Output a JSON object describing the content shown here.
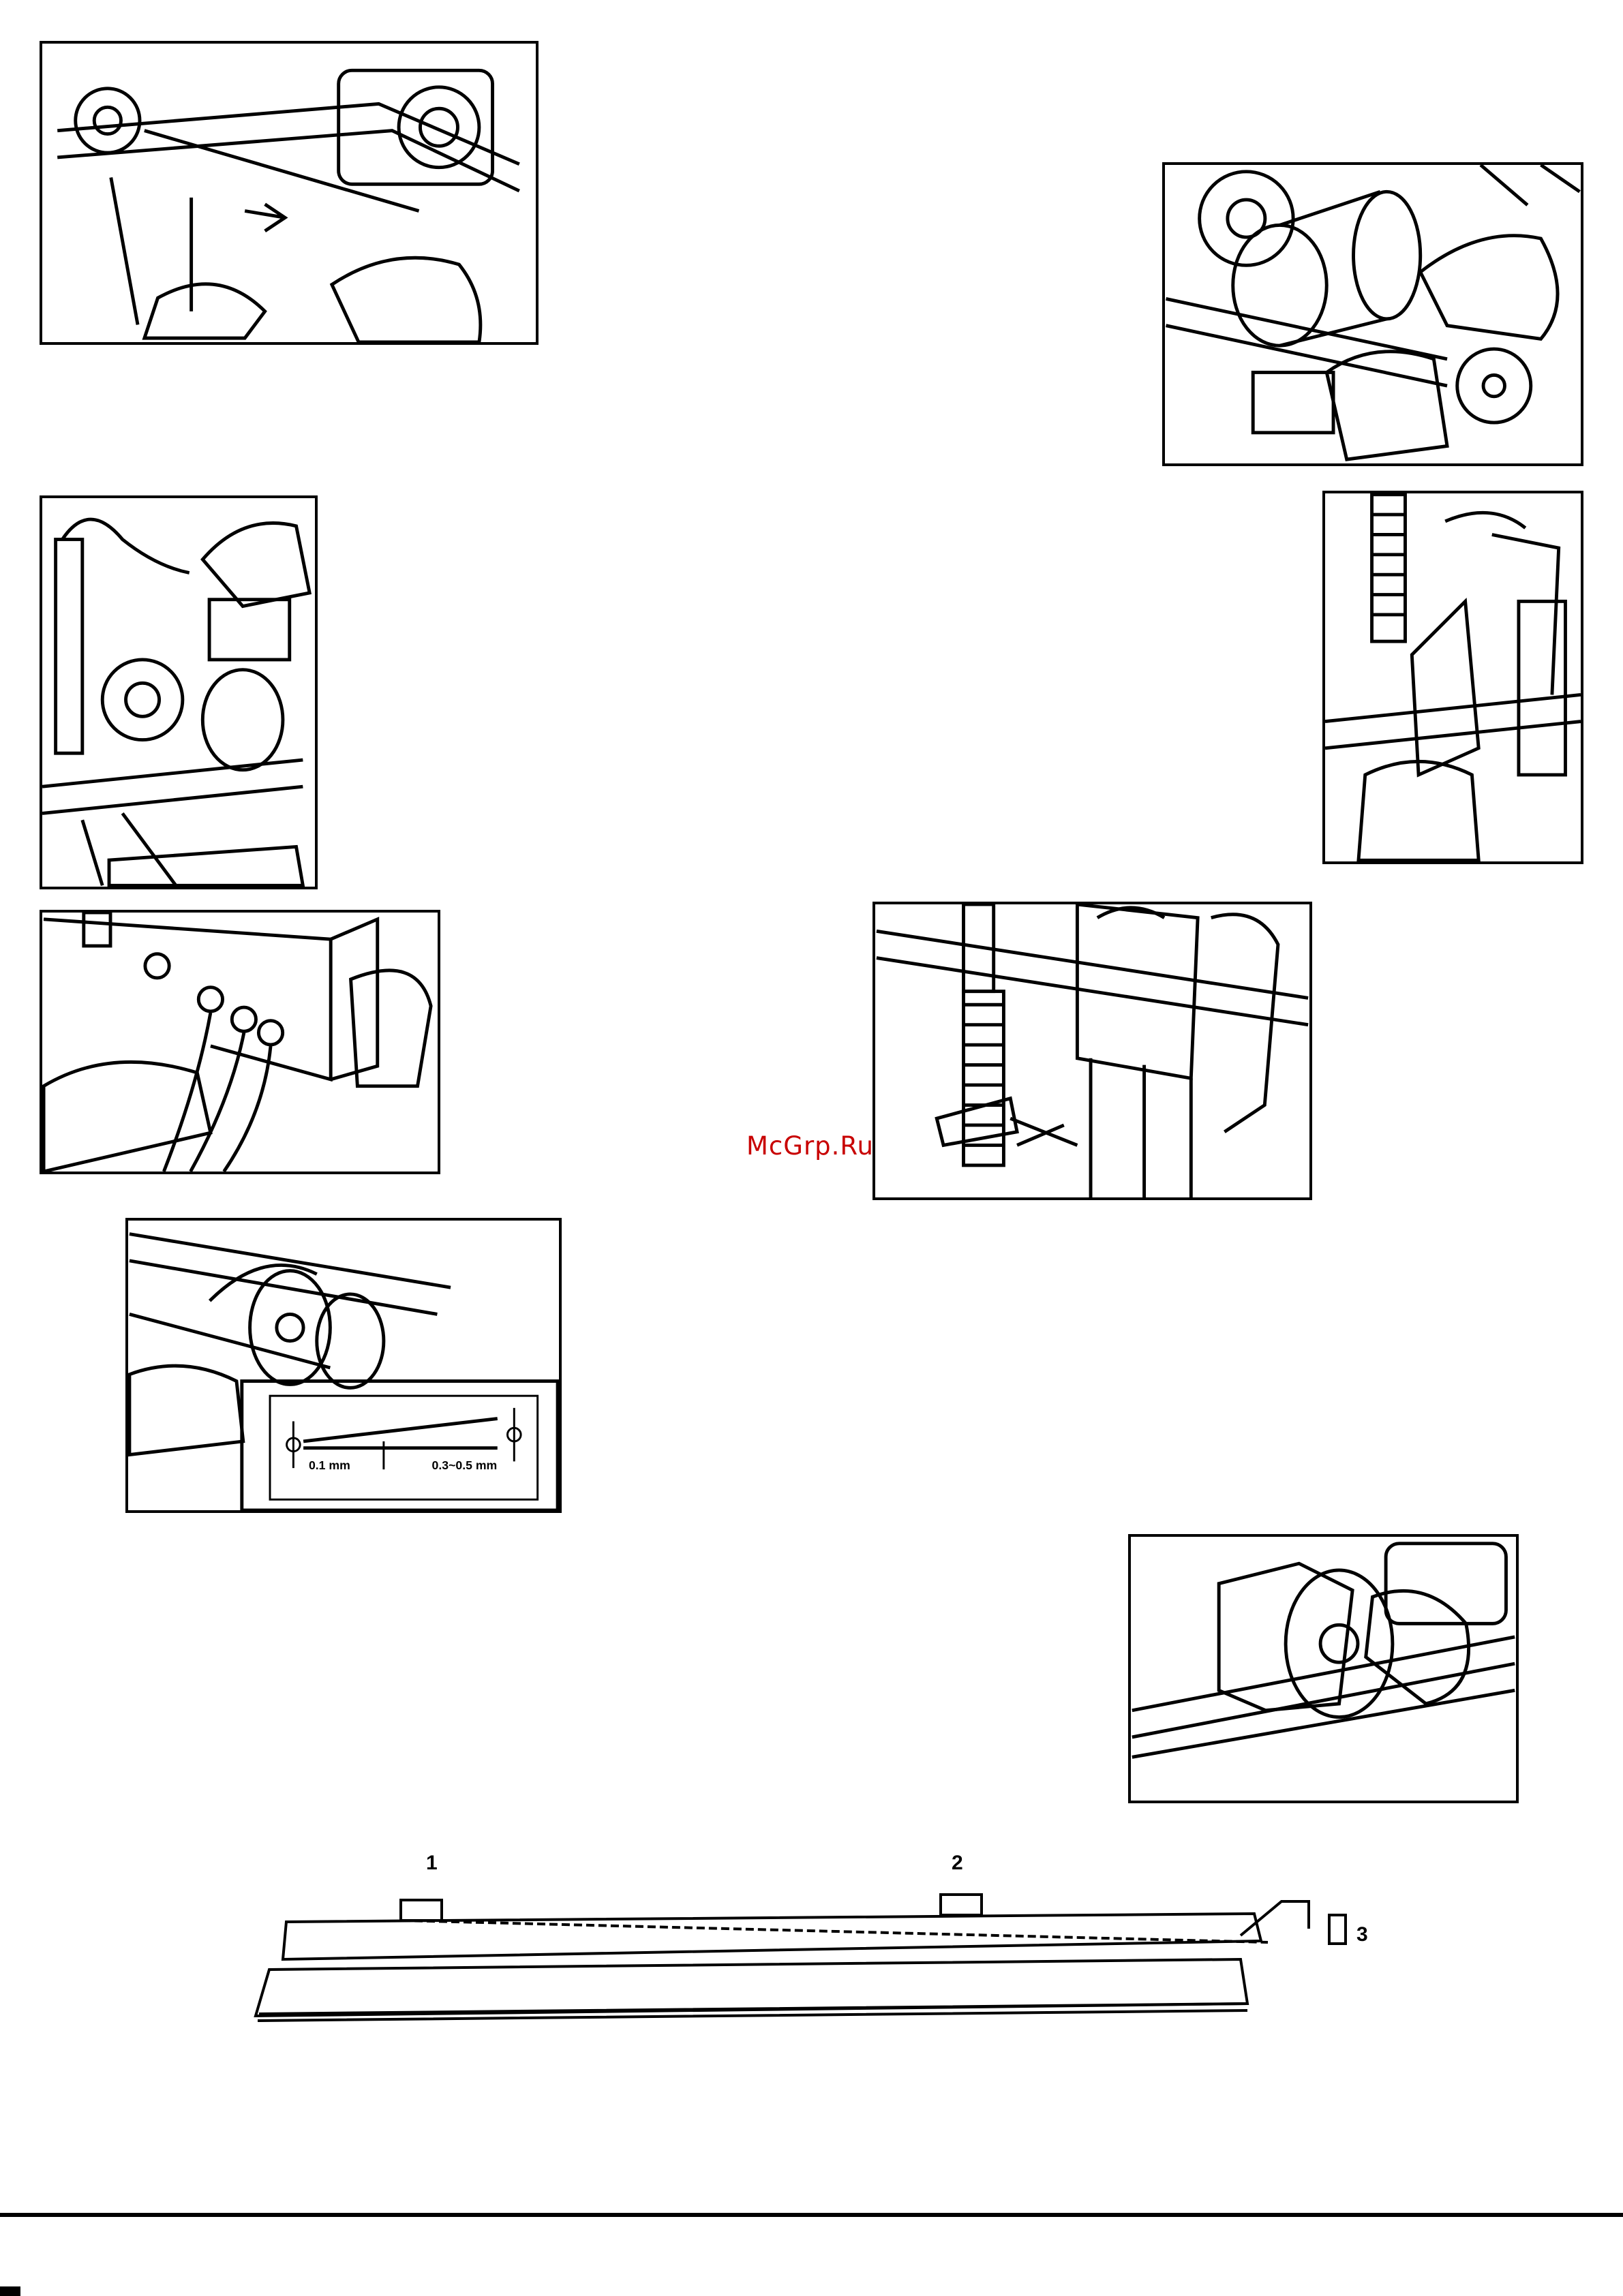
{
  "watermark": "McGrp.Ru",
  "figures": {
    "fig6": {
      "dim_small": "0.1 mm",
      "dim_large": "0.3~0.5 mm"
    },
    "assembly": {
      "callout_1": "1",
      "callout_2": "2",
      "callout_3": "3"
    }
  }
}
